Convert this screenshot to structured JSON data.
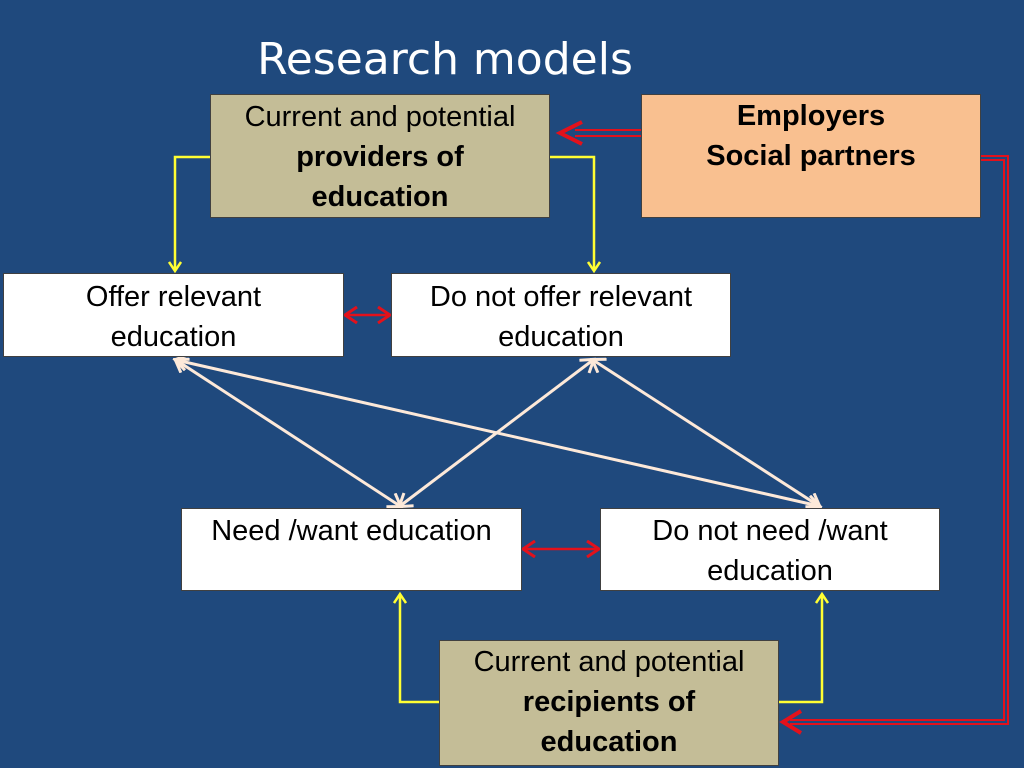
{
  "title": "Research models",
  "boxes": {
    "providers": {
      "line1": "Current and potential",
      "bold_line2": "providers of",
      "bold_line3": "education"
    },
    "employers": {
      "line1": "Employers",
      "line2": "Social partners"
    },
    "offer": {
      "line1": "Offer relevant",
      "line2": "education"
    },
    "not_offer": {
      "line1": "Do not offer relevant",
      "line2": "education"
    },
    "need": {
      "line1": "Need /want education"
    },
    "not_need": {
      "line1": "Do not need /want",
      "line2": "education"
    },
    "recipients": {
      "line1": "Current and potential",
      "bold_line2": "recipients of",
      "bold_line3": "education"
    }
  },
  "colors": {
    "background": "#1f497d",
    "provider_box": "#c4bd97",
    "employer_box": "#f9c090",
    "yellow_arrow": "#ffff33",
    "red_arrow": "#e3111b",
    "cross_arrow": "#fde9d9"
  }
}
